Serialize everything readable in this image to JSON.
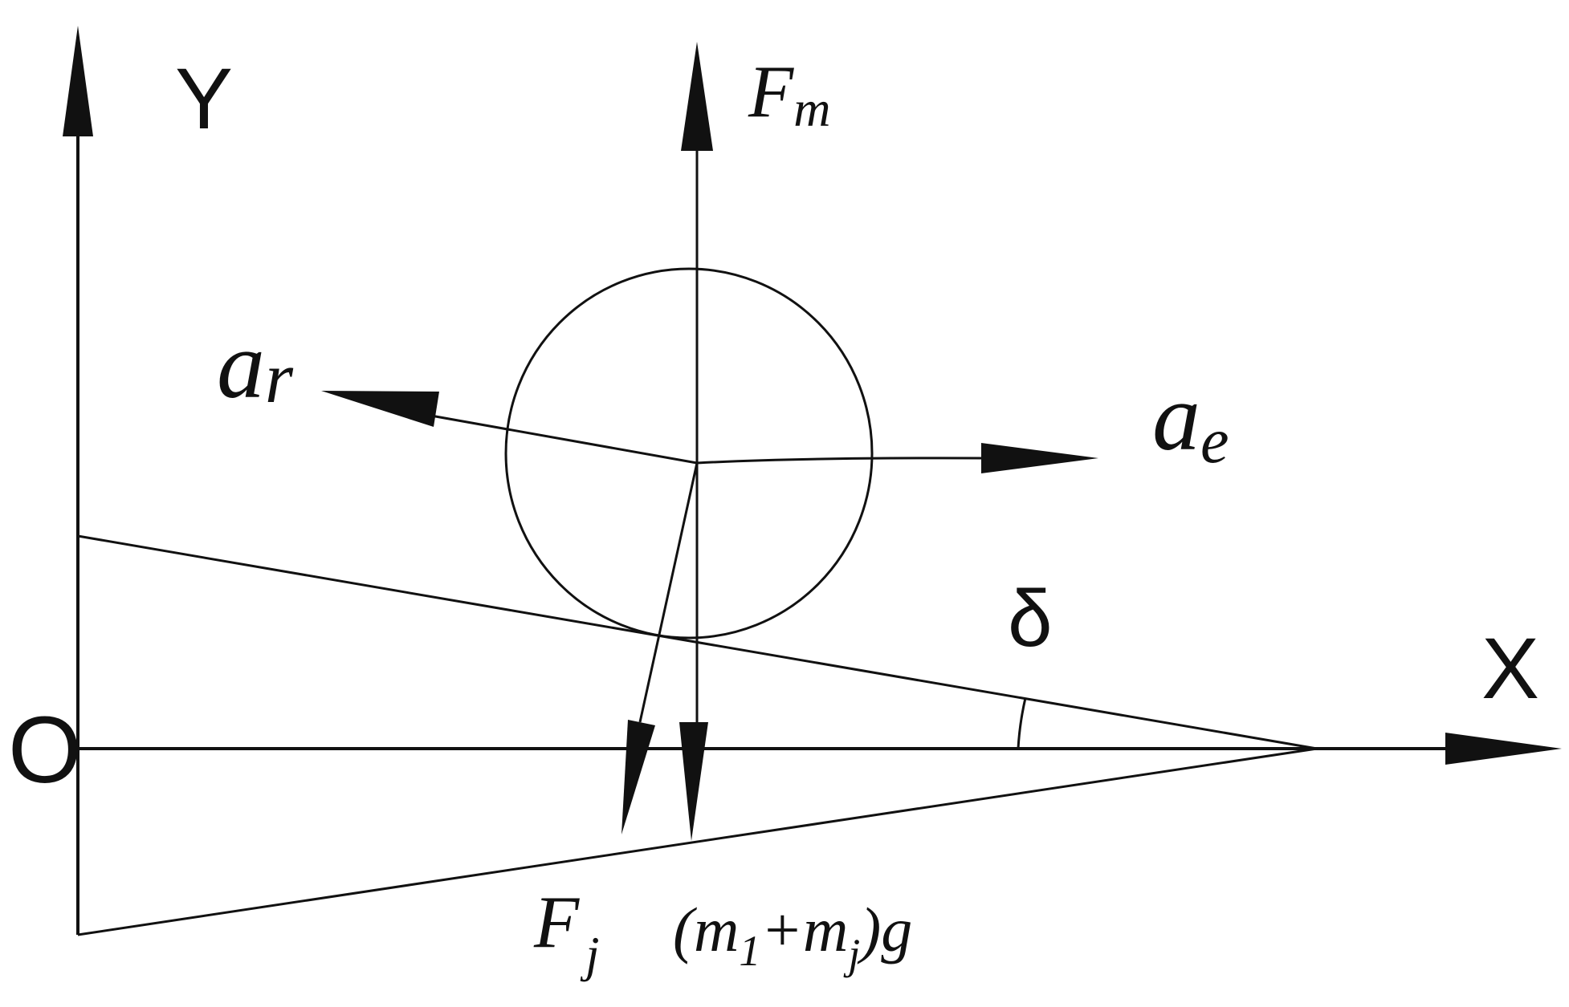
{
  "colors": {
    "stroke": "#111111",
    "background": "#ffffff"
  },
  "labels": {
    "axis_y": "Y",
    "axis_x": "X",
    "origin": "O",
    "force_magnetic": {
      "main": "F",
      "sub": "m"
    },
    "accel_relative": {
      "main": "a",
      "sub": "r"
    },
    "accel_transport": {
      "main": "a",
      "sub": "e"
    },
    "angle": "δ",
    "force_friction": {
      "main": "F",
      "sub": "j"
    },
    "gravity": {
      "open": "(m",
      "sub1": "1",
      "plus": "+m",
      "sub2": "j",
      "close": ")g"
    }
  }
}
